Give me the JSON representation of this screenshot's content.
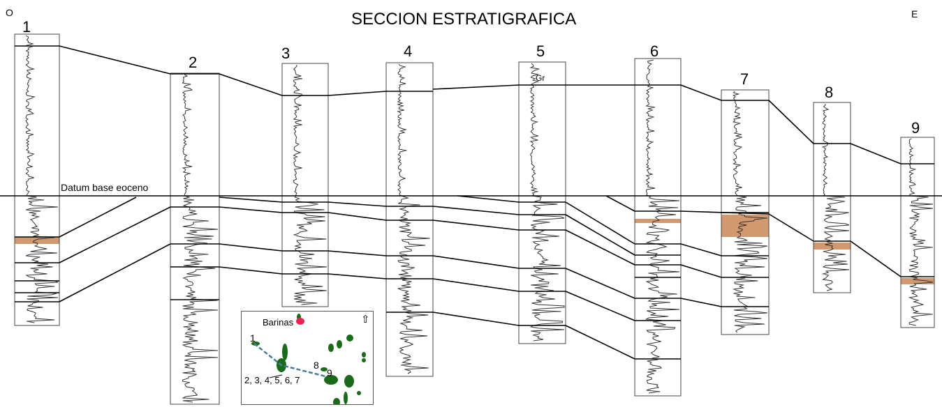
{
  "title": "SECCION ESTRATIGRAFICA",
  "west_label": "O",
  "east_label": "E",
  "datum_label": "Datum base eoceno",
  "gr_label": "Gr",
  "wells": [
    {
      "label": "1"
    },
    {
      "label": "2"
    },
    {
      "label": "3"
    },
    {
      "label": "4"
    },
    {
      "label": "5"
    },
    {
      "label": "6"
    },
    {
      "label": "7"
    },
    {
      "label": "8"
    },
    {
      "label": "9"
    }
  ],
  "map": {
    "city_label": "Barinas",
    "well_1_label": "1",
    "well_group_label": "2, 3, 4, 5, 6, 7",
    "well_8_label": "8",
    "well_9_label": "9",
    "north_icon": "north-arrow-icon"
  },
  "colors": {
    "sand": "#c8804a",
    "field": "#1a6a1a",
    "city": "#ee2255",
    "route": "#4a7a9a"
  }
}
